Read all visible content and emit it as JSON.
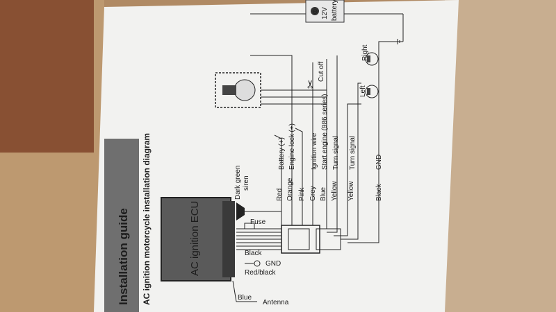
{
  "header": {
    "section_title": "Installation guide",
    "diagram_title": "AC ignition motorcycle installation diagram"
  },
  "ecu": {
    "label": "AC ignition ECU"
  },
  "components": {
    "siren": "Dark green siren",
    "siren_line1": "Dark green",
    "siren_line2": "siren",
    "fuse": "Fuse",
    "black": "Black",
    "gnd": "GND",
    "red_black": "Red/black",
    "blue": "Blue",
    "antenna": "Antenna",
    "cut_off": "Cut off",
    "battery_line1": "12V",
    "battery_line2": "battery",
    "battery_symbol": "⊖",
    "right": "Right",
    "left": "Left"
  },
  "wires": [
    {
      "color": "Red",
      "function": "Battery (+)"
    },
    {
      "color": "Orange",
      "function": "Engine lock (+)"
    },
    {
      "color": "Pink",
      "function": ""
    },
    {
      "color": "Grey",
      "function": "Ignition wire"
    },
    {
      "color": "Blue",
      "function": "Start engine (986 series)"
    },
    {
      "color": "Yellow",
      "function": "Turn signal"
    },
    {
      "color": "Yellow",
      "function": "Turn signal"
    },
    {
      "color": "Black",
      "function": "GND"
    }
  ],
  "colors": {
    "background_floor": "#b08a64",
    "page": "#f2f2f0",
    "header_band": "#6f6f6f",
    "ecu_box": "#5a5a5a",
    "ink": "#1c1c1c"
  }
}
